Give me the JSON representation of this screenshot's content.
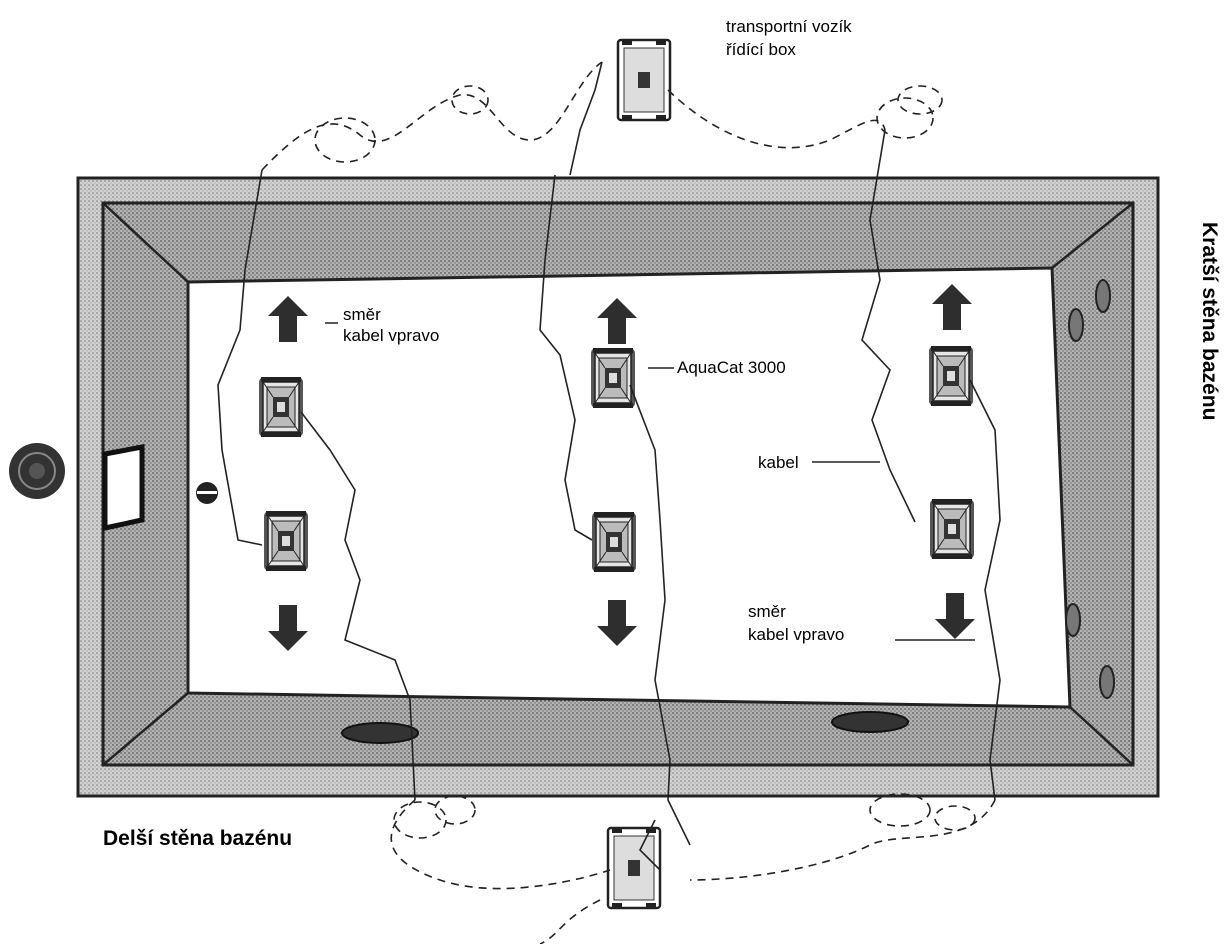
{
  "labels": {
    "cart_line1": "transportní vozík",
    "cart_line2": "řídící box",
    "direction_top": "směr",
    "cable_right_top": "kabel vpravo",
    "robot_name": "AquaCat 3000",
    "cable": "kabel",
    "direction_bottom": "směr",
    "cable_right_bottom": "kabel vpravo",
    "long_wall": "Delší stěna bazénu",
    "short_wall": "Kratší  stěna bazénu"
  },
  "colors": {
    "deck": "#c9c9c9",
    "wall": "#a8a8a8",
    "floor": "#ffffff",
    "outline": "#222222",
    "arrow": "#2e2e2e"
  },
  "icons": {
    "arrow_up": "arrow-up-icon",
    "arrow_down": "arrow-down-icon",
    "robot": "robot-cleaner-icon",
    "cart": "transport-cart-icon",
    "drain": "drain-icon",
    "ladder": "ladder-icon"
  }
}
